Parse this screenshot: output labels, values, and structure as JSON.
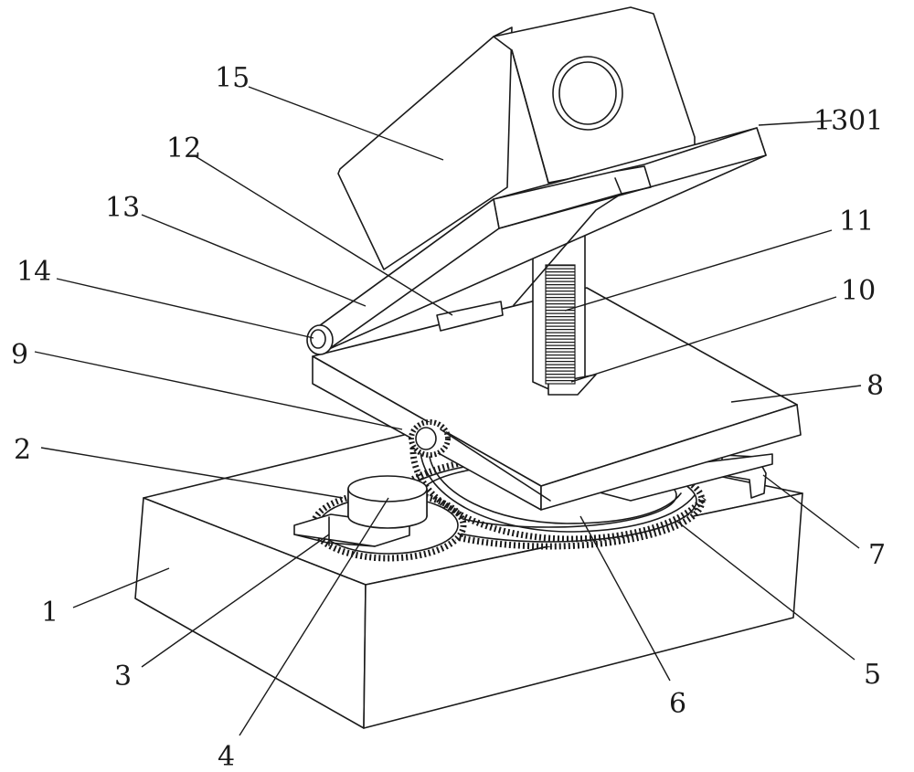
{
  "labels": {
    "l1": "1",
    "l2": "2",
    "l3": "3",
    "l4": "4",
    "l5": "5",
    "l6": "6",
    "l7": "7",
    "l8": "8",
    "l9": "9",
    "l10": "10",
    "l11": "11",
    "l12": "12",
    "l13": "13",
    "l14": "14",
    "l15": "15",
    "l1301": "1301"
  }
}
